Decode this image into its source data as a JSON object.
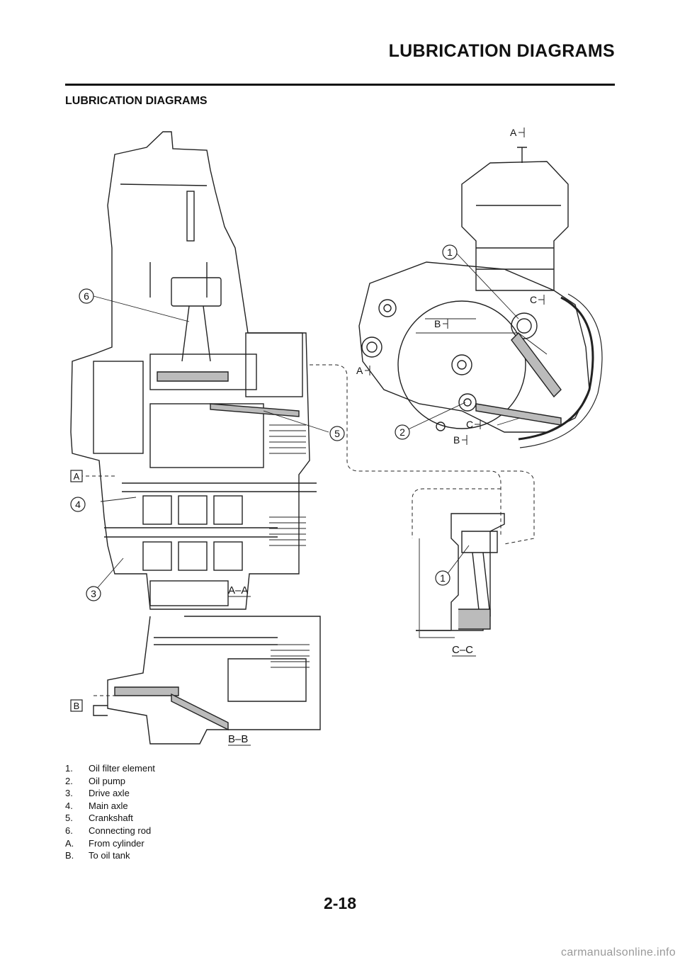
{
  "header": {
    "title": "LUBRICATION DIAGRAMS"
  },
  "section": {
    "title": "LUBRICATION DIAGRAMS"
  },
  "diagram": {
    "view_labels": {
      "aa": "A–A",
      "bb": "B–B",
      "cc": "C–C"
    },
    "section_marks": {
      "a": "A",
      "b": "B",
      "c": "C"
    },
    "callouts": [
      "1",
      "2",
      "3",
      "4",
      "5",
      "6"
    ],
    "box_labels": {
      "a": "A",
      "b": "B"
    }
  },
  "legend": [
    {
      "key": "1.",
      "text": "Oil filter element"
    },
    {
      "key": "2.",
      "text": "Oil pump"
    },
    {
      "key": "3.",
      "text": "Drive axle"
    },
    {
      "key": "4.",
      "text": "Main axle"
    },
    {
      "key": "5.",
      "text": "Crankshaft"
    },
    {
      "key": "6.",
      "text": "Connecting rod"
    },
    {
      "key": "A.",
      "text": "From cylinder"
    },
    {
      "key": "B.",
      "text": "To oil tank"
    }
  ],
  "footer": {
    "page_number": "2-18",
    "watermark": "carmanualsonline.info"
  }
}
